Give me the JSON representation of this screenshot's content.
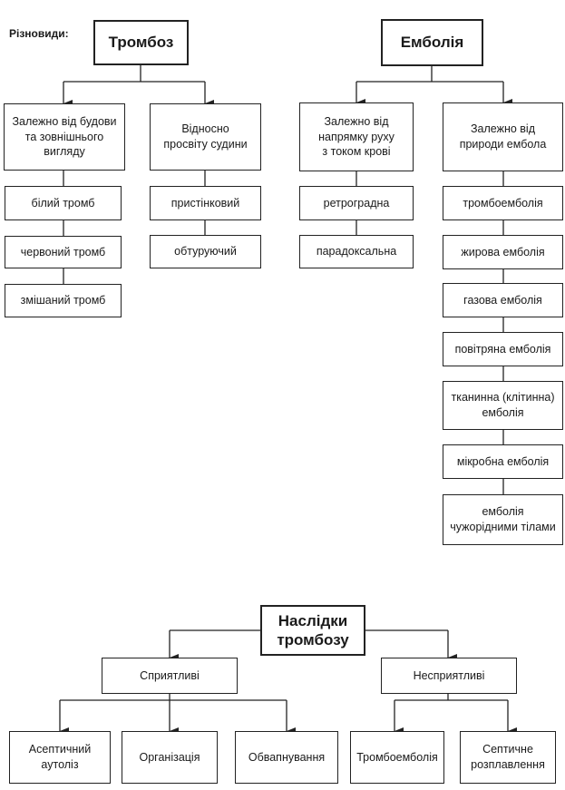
{
  "header": {
    "label": "Різновиди:"
  },
  "thrombosis": {
    "title": "Тромбоз",
    "group_structure": {
      "title": "Залежно від будови\nта зовнішнього\nвигляду",
      "items": [
        "білий тромб",
        "червоний тромб",
        "змішаний тромб"
      ]
    },
    "group_lumen": {
      "title": "Відносно\nпросвіту судини",
      "items": [
        "пристінковий",
        "обтуруючий"
      ]
    }
  },
  "embolism": {
    "title": "Емболія",
    "group_direction": {
      "title": "Залежно від\nнапрямку руху\nз током крові",
      "items": [
        "ретроградна",
        "парадоксальна"
      ]
    },
    "group_nature": {
      "title": "Залежно від\nприроди ембола",
      "items": [
        "тромбоемболія",
        "жирова емболія",
        "газова емболія",
        "повітряна емболія",
        "тканинна (клітинна)\nемболія",
        "мікробна емболія",
        "емболія\nчужорідними тілами"
      ]
    }
  },
  "consequences": {
    "title": "Наслідки\nтромбозу",
    "favorable": {
      "title": "Сприятливі",
      "items": [
        "Асептичний\nаутоліз",
        "Організація",
        "Обвапнування"
      ]
    },
    "unfavorable": {
      "title": "Несприятливі",
      "items": [
        "Тромбоемболія",
        "Септичне\nрозплавлення"
      ]
    }
  }
}
